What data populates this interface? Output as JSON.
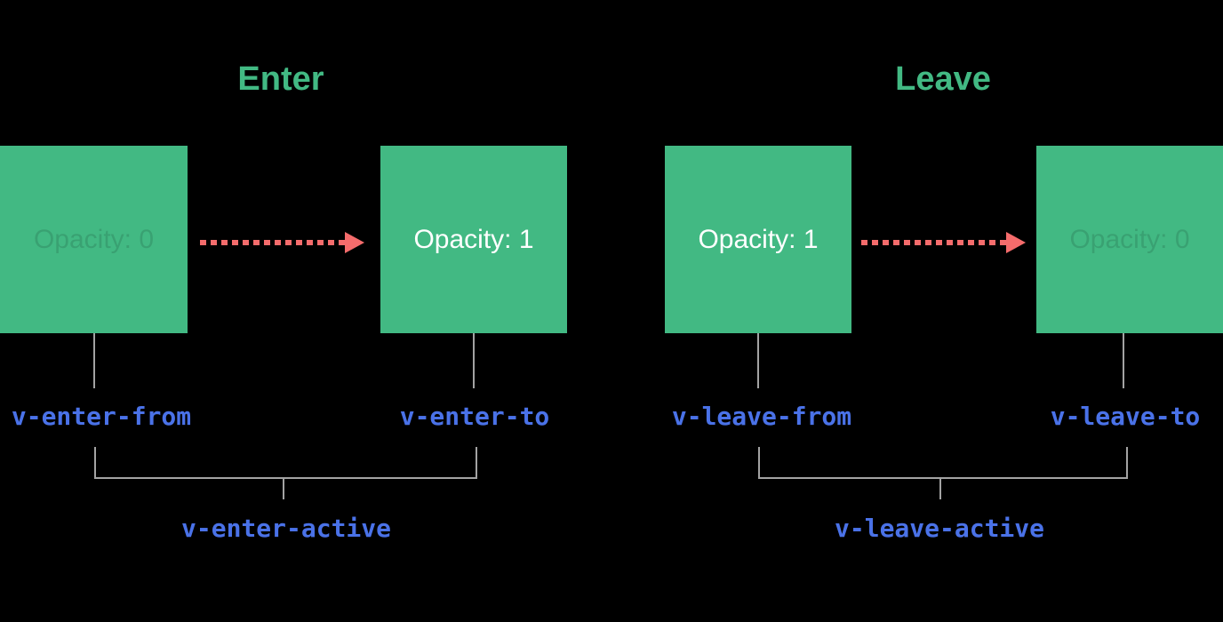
{
  "diagram_title": "Vue transition classes diagram",
  "colors": {
    "green": "#42b983",
    "red": "#f56c6c",
    "blue": "#4a72e8",
    "gray": "#a3a3a3",
    "white": "#ffffff",
    "faded_text": "rgba(0,0,0,0.13)",
    "background": "#000000"
  },
  "sections": {
    "enter": {
      "title": "Enter",
      "from_box_label": "Opacity: 0",
      "to_box_label": "Opacity: 1",
      "class_from": "v-enter-from",
      "class_to": "v-enter-to",
      "class_active": "v-enter-active"
    },
    "leave": {
      "title": "Leave",
      "from_box_label": "Opacity: 1",
      "to_box_label": "Opacity: 0",
      "class_from": "v-leave-from",
      "class_to": "v-leave-to",
      "class_active": "v-leave-active"
    }
  }
}
